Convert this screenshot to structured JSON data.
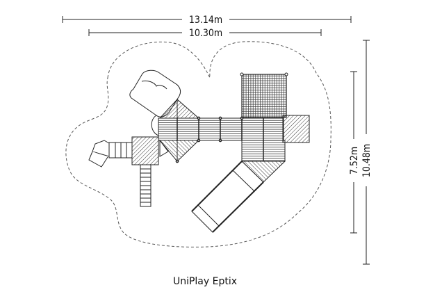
{
  "dimensions": {
    "overall_width": "13.14m",
    "structure_width": "10.30m",
    "structure_depth": "7.52m",
    "overall_depth": "10.48m"
  },
  "title": "UniPlay Eptix"
}
